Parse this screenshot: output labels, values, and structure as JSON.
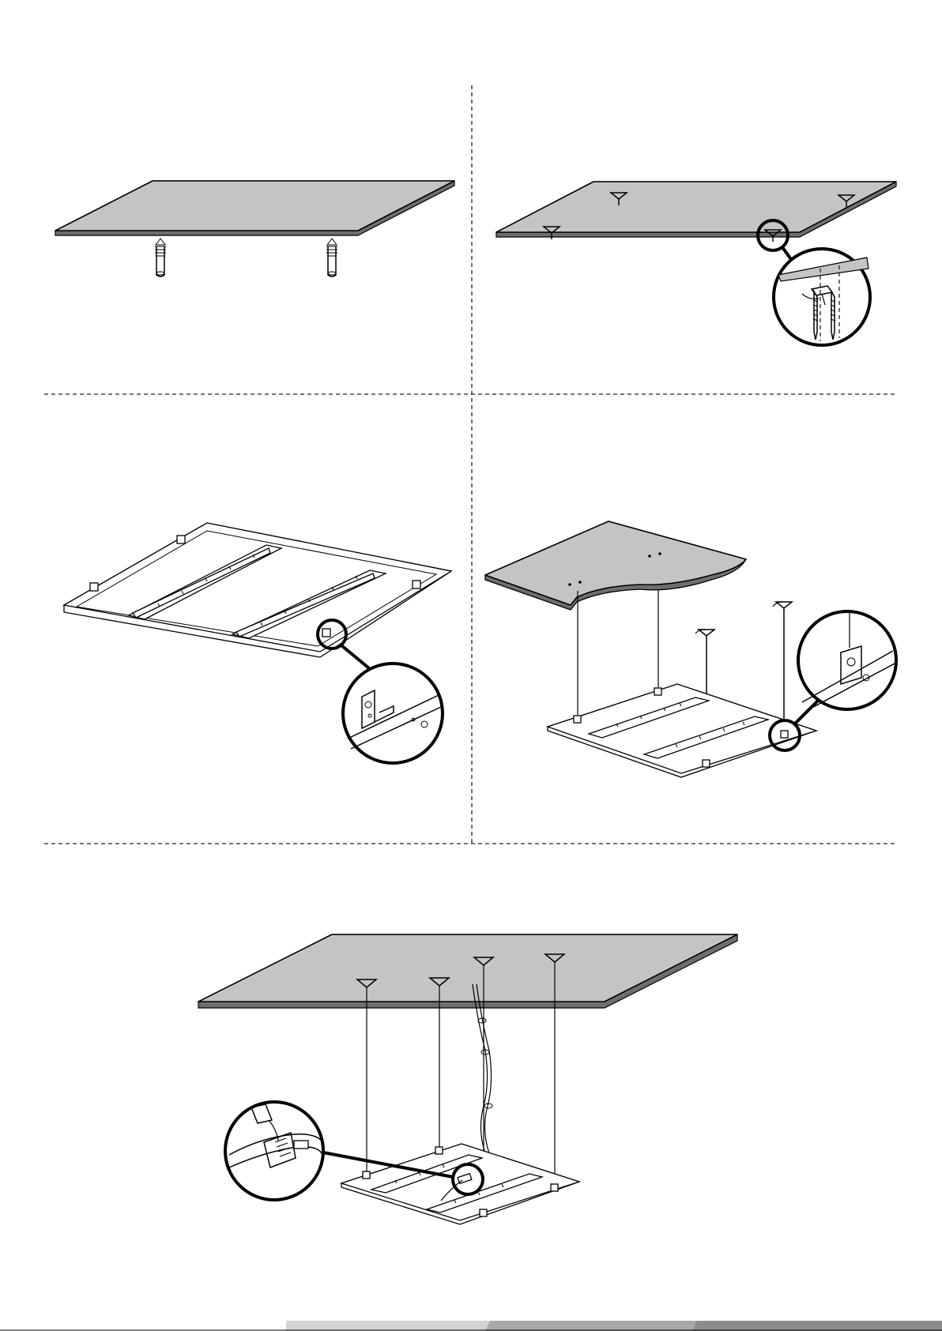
{
  "colors": {
    "ceiling_fill": "#c4c4c4",
    "ceiling_edge": "#6e6e6e",
    "line": "#000000",
    "footer_band_1": "#d4d4d4",
    "footer_band_2": "#a8a8a8",
    "footer_band_3": "#8c8c8c"
  },
  "steps": [
    {
      "id": "step-1",
      "icons": [
        "ceiling-plate-icon",
        "wall-anchor-icon"
      ]
    },
    {
      "id": "step-2",
      "icons": [
        "ceiling-plate-icon",
        "suspension-mount-icon",
        "detail-magnifier-icon",
        "screw-icon"
      ]
    },
    {
      "id": "step-3",
      "icons": [
        "panel-frame-icon",
        "mounting-bracket-icon",
        "detail-magnifier-icon"
      ]
    },
    {
      "id": "step-4",
      "icons": [
        "ceiling-plate-icon",
        "suspension-cable-icon",
        "panel-frame-icon",
        "detail-magnifier-icon"
      ]
    },
    {
      "id": "step-5",
      "icons": [
        "ceiling-plate-icon",
        "suspension-cable-icon",
        "power-cable-icon",
        "panel-frame-icon",
        "connector-icon",
        "detail-magnifier-icon"
      ]
    }
  ]
}
